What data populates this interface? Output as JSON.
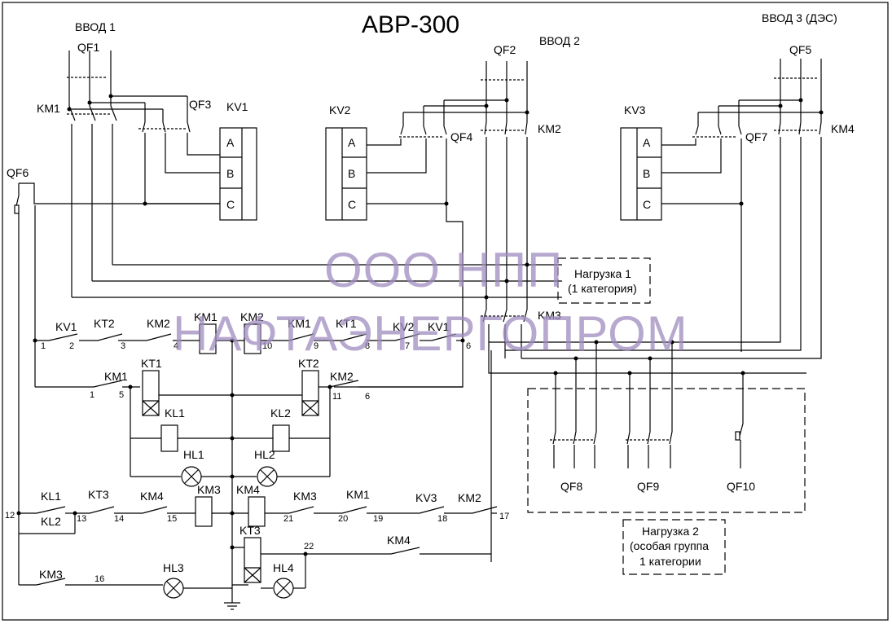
{
  "title": "АВР-300",
  "inputs": {
    "in1": "ВВОД 1",
    "in2": "ВВОД 2",
    "in3": "ВВОД 3 (ДЭС)"
  },
  "relays": {
    "kv1": "KV1",
    "kv2": "KV2",
    "kv3": "KV3",
    "phase_a": "A",
    "phase_b": "B",
    "phase_c": "C"
  },
  "breakers": {
    "qf1": "QF1",
    "qf2": "QF2",
    "qf3": "QF3",
    "qf4": "QF4",
    "qf5": "QF5",
    "qf6": "QF6",
    "qf7": "QF7",
    "qf8": "QF8",
    "qf9": "QF9",
    "qf10": "QF10"
  },
  "contactors": {
    "km1": "KM1",
    "km2": "KM2",
    "km3": "KM3",
    "km4": "KM4"
  },
  "timers": {
    "kt1": "KT1",
    "kt2": "KT2",
    "kt3": "KT3"
  },
  "aux_relays": {
    "kl1": "KL1",
    "kl2": "KL2"
  },
  "lamps": {
    "hl1": "HL1",
    "hl2": "HL2",
    "hl3": "HL3",
    "hl4": "HL4"
  },
  "nodes": [
    "1",
    "2",
    "3",
    "4",
    "10",
    "9",
    "8",
    "7",
    "6",
    "1",
    "5",
    "11",
    "6",
    "12",
    "13",
    "14",
    "15",
    "21",
    "20",
    "19",
    "18",
    "17",
    "22",
    "16"
  ],
  "loads": {
    "load1_line1": "Нагрузка 1",
    "load1_line2": "(1 категория)",
    "load2_line1": "Нагрузка 2",
    "load2_line2": "(особая группа",
    "load2_line3": "1 категории"
  },
  "watermark": {
    "line1": "ООО НПП",
    "line2": "НАФТАЭНЕРГОПРОМ"
  }
}
